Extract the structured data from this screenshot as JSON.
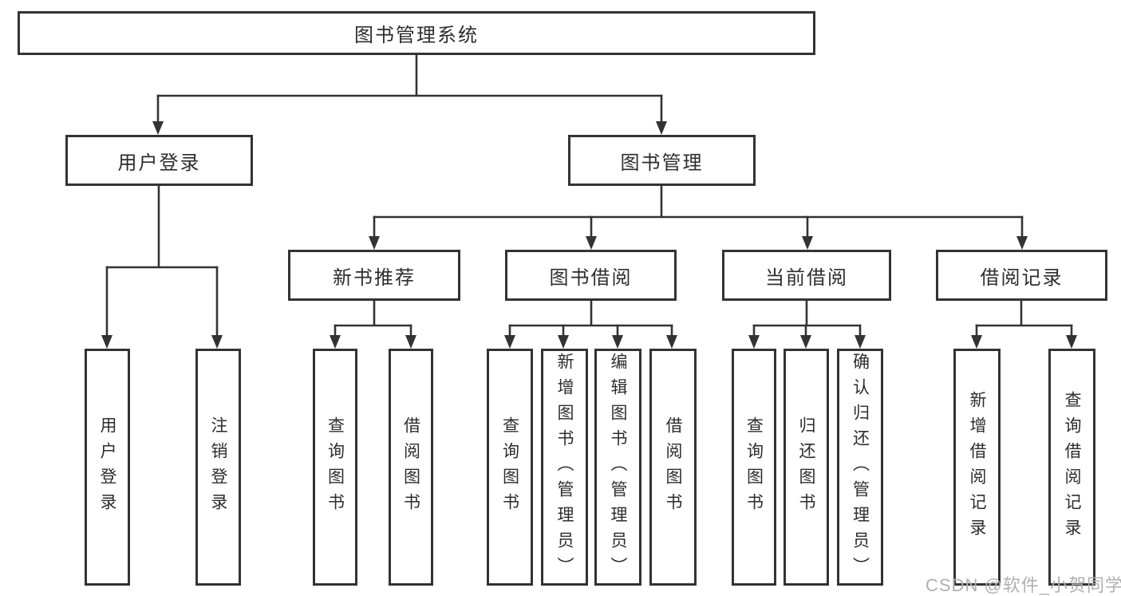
{
  "tree": {
    "label": "图书管理系统",
    "children": [
      {
        "label": "用户登录",
        "children": [
          {
            "label": "用户登录"
          },
          {
            "label": "注销登录"
          }
        ]
      },
      {
        "label": "图书管理",
        "children": [
          {
            "label": "新书推荐",
            "children": [
              {
                "label": "查询图书"
              },
              {
                "label": "借阅图书"
              }
            ]
          },
          {
            "label": "图书借阅",
            "children": [
              {
                "label": "查询图书"
              },
              {
                "label": "新增图书（管理员）"
              },
              {
                "label": "编辑图书（管理员）"
              },
              {
                "label": "借阅图书"
              }
            ]
          },
          {
            "label": "当前借阅",
            "children": [
              {
                "label": "查询图书"
              },
              {
                "label": "归还图书"
              },
              {
                "label": "确认归还（管理员）"
              }
            ]
          },
          {
            "label": "借阅记录",
            "children": [
              {
                "label": "新增借阅记录"
              },
              {
                "label": "查询借阅记录"
              }
            ]
          }
        ]
      }
    ]
  },
  "watermark": "CSDN @软件_小贺同学",
  "colors": {
    "line": "#333333",
    "box_border": "#333333",
    "box_background": "#ffffff",
    "text": "#2d2d2d",
    "watermark": "#b0b0b0"
  }
}
